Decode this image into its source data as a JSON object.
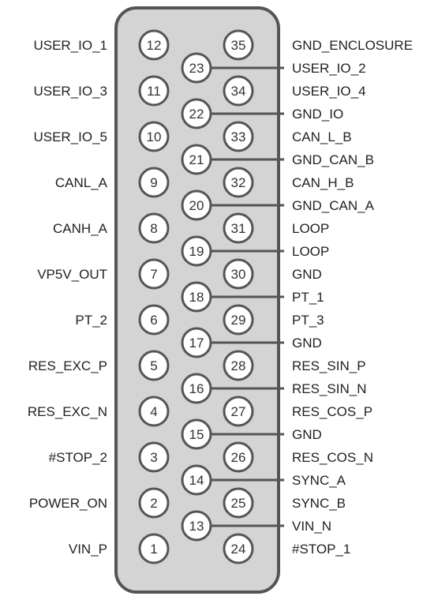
{
  "colors": {
    "housing_fill": "#d4d4d4",
    "housing_stroke": "#555555",
    "pin_fill": "#ffffff",
    "pin_stroke": "#555555",
    "line": "#555555",
    "text": "#222222"
  },
  "left_pins": [
    {
      "num": "12",
      "label": "USER_IO_1"
    },
    {
      "num": "11",
      "label": "USER_IO_3"
    },
    {
      "num": "10",
      "label": "USER_IO_5"
    },
    {
      "num": "9",
      "label": "CANL_A"
    },
    {
      "num": "8",
      "label": "CANH_A"
    },
    {
      "num": "7",
      "label": "VP5V_OUT"
    },
    {
      "num": "6",
      "label": "PT_2"
    },
    {
      "num": "5",
      "label": "RES_EXC_P"
    },
    {
      "num": "4",
      "label": "RES_EXC_N"
    },
    {
      "num": "3",
      "label": "#STOP_2"
    },
    {
      "num": "2",
      "label": "POWER_ON"
    },
    {
      "num": "1",
      "label": "VIN_P"
    }
  ],
  "middle_pins": [
    {
      "num": "23",
      "label": "USER_IO_2"
    },
    {
      "num": "22",
      "label": "GND_IO"
    },
    {
      "num": "21",
      "label": "GND_CAN_B"
    },
    {
      "num": "20",
      "label": "GND_CAN_A"
    },
    {
      "num": "19",
      "label": "LOOP"
    },
    {
      "num": "18",
      "label": "PT_1"
    },
    {
      "num": "17",
      "label": "GND"
    },
    {
      "num": "16",
      "label": "RES_SIN_N"
    },
    {
      "num": "15",
      "label": "GND"
    },
    {
      "num": "14",
      "label": "SYNC_A"
    },
    {
      "num": "13",
      "label": "VIN_N"
    }
  ],
  "right_pins": [
    {
      "num": "35",
      "label": "GND_ENCLOSURE"
    },
    {
      "num": "34",
      "label": "USER_IO_4"
    },
    {
      "num": "33",
      "label": "CAN_L_B"
    },
    {
      "num": "32",
      "label": "CAN_H_B"
    },
    {
      "num": "31",
      "label": "LOOP"
    },
    {
      "num": "30",
      "label": "GND"
    },
    {
      "num": "29",
      "label": "PT_3"
    },
    {
      "num": "28",
      "label": "RES_SIN_P"
    },
    {
      "num": "27",
      "label": "RES_COS_P"
    },
    {
      "num": "26",
      "label": "RES_COS_N"
    },
    {
      "num": "25",
      "label": "SYNC_B"
    },
    {
      "num": "24",
      "label": "#STOP_1"
    }
  ]
}
